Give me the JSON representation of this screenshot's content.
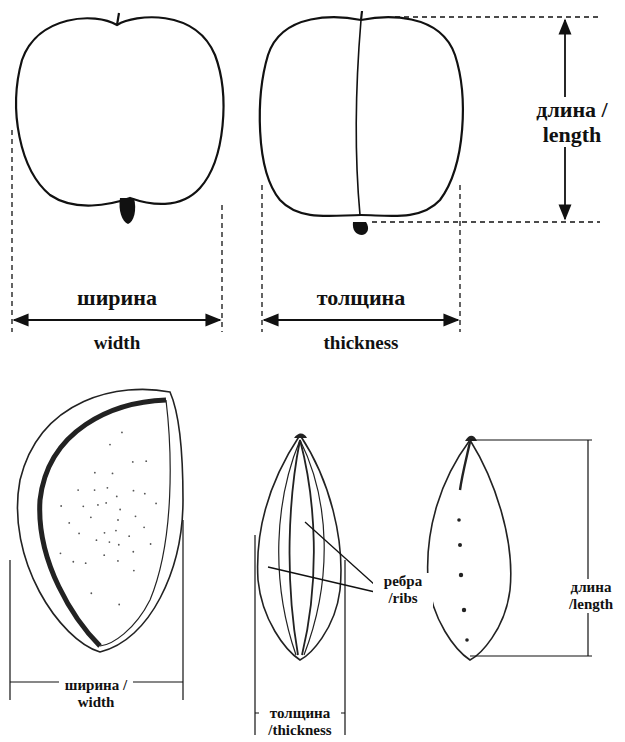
{
  "diagram": {
    "labels": [
      "длина / length",
      "ширина",
      "width",
      "толщина",
      "thickness",
      "ребра /ribs",
      "длина /length",
      "ширина / width",
      "толщина /thickness"
    ]
  }
}
